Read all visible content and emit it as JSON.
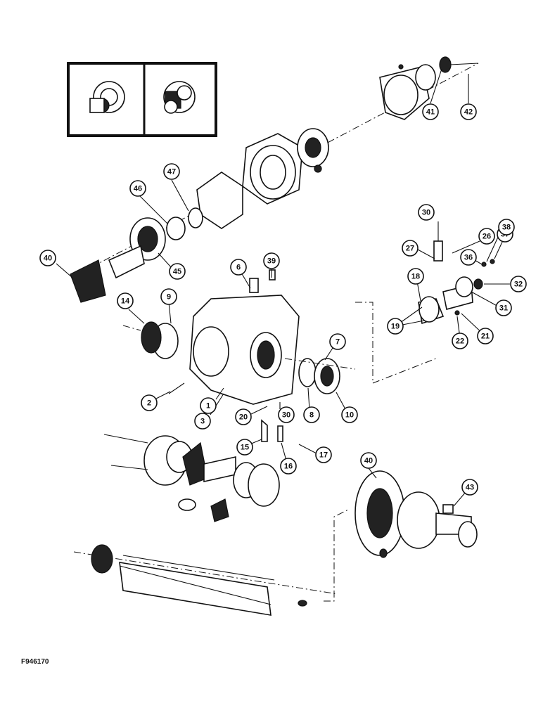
{
  "figure_id": "F946170",
  "callouts": [
    {
      "id": "c41",
      "label": "41"
    },
    {
      "id": "c42",
      "label": "42"
    },
    {
      "id": "c47",
      "label": "47"
    },
    {
      "id": "c46",
      "label": "46"
    },
    {
      "id": "c40a",
      "label": "40"
    },
    {
      "id": "c45",
      "label": "45"
    },
    {
      "id": "c6",
      "label": "6"
    },
    {
      "id": "c39",
      "label": "39"
    },
    {
      "id": "c14",
      "label": "14"
    },
    {
      "id": "c9",
      "label": "9"
    },
    {
      "id": "c2",
      "label": "2"
    },
    {
      "id": "c1",
      "label": "1"
    },
    {
      "id": "c3",
      "label": "3"
    },
    {
      "id": "c20",
      "label": "20"
    },
    {
      "id": "c30b",
      "label": "30"
    },
    {
      "id": "c7",
      "label": "7"
    },
    {
      "id": "c8",
      "label": "8"
    },
    {
      "id": "c10",
      "label": "10"
    },
    {
      "id": "c15",
      "label": "15"
    },
    {
      "id": "c16",
      "label": "16"
    },
    {
      "id": "c17",
      "label": "17"
    },
    {
      "id": "c30a",
      "label": "30"
    },
    {
      "id": "c26",
      "label": "26"
    },
    {
      "id": "c37",
      "label": "37"
    },
    {
      "id": "c38",
      "label": "38"
    },
    {
      "id": "c27",
      "label": "27"
    },
    {
      "id": "c36",
      "label": "36"
    },
    {
      "id": "c18",
      "label": "18"
    },
    {
      "id": "c32",
      "label": "32"
    },
    {
      "id": "c31",
      "label": "31"
    },
    {
      "id": "c19",
      "label": "19"
    },
    {
      "id": "c22",
      "label": "22"
    },
    {
      "id": "c21",
      "label": "21"
    },
    {
      "id": "c40b",
      "label": "40"
    },
    {
      "id": "c43",
      "label": "43"
    }
  ]
}
